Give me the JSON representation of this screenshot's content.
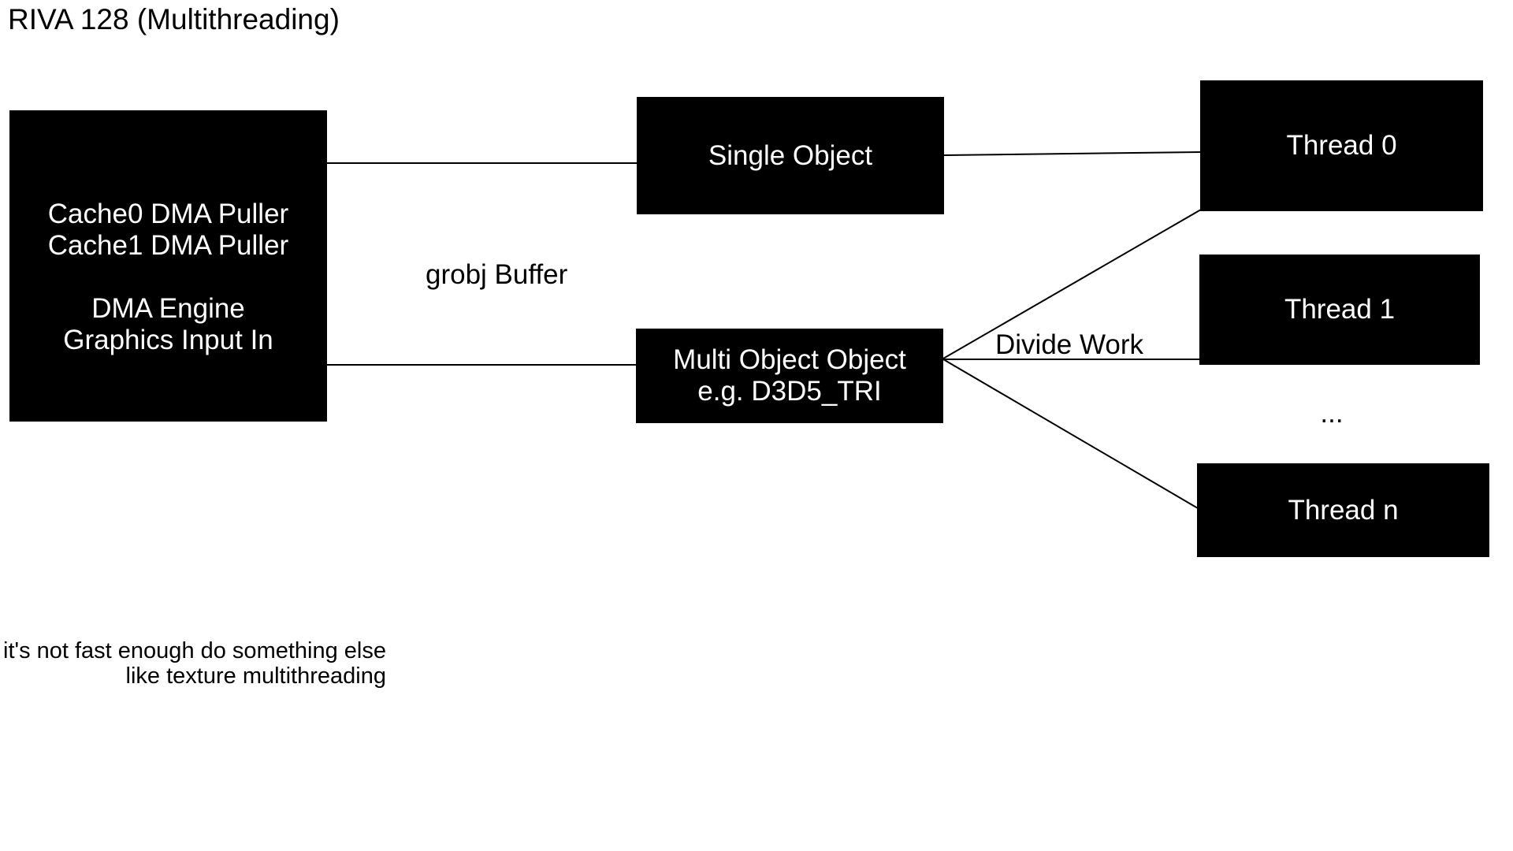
{
  "page": {
    "title": "RIVA 128 (Multithreading)"
  },
  "diagram": {
    "dma_box": {
      "line1": "Cache0 DMA Puller",
      "line2": "Cache1 DMA Puller",
      "line3": "DMA Engine",
      "line4": "Graphics Input In"
    },
    "single_object_box": {
      "label": "Single Object"
    },
    "multi_object_box": {
      "line1": "Multi Object Object",
      "line2": "e.g. D3D5_TRI"
    },
    "thread0_box": {
      "label": "Thread 0"
    },
    "thread1_box": {
      "label": "Thread 1"
    },
    "threadn_box": {
      "label": "Thread n"
    },
    "ellipsis": "...",
    "grobj_buffer_label": "grobj Buffer",
    "divide_work_label": "Divide Work",
    "note": {
      "line1": "If it's not fast enough do something else",
      "line2": "like texture multithreading"
    },
    "colors": {
      "background": "#ffffff",
      "box_fill": "#000000",
      "box_text": "#ffffff",
      "line": "#000000",
      "page_text": "#000000"
    }
  }
}
